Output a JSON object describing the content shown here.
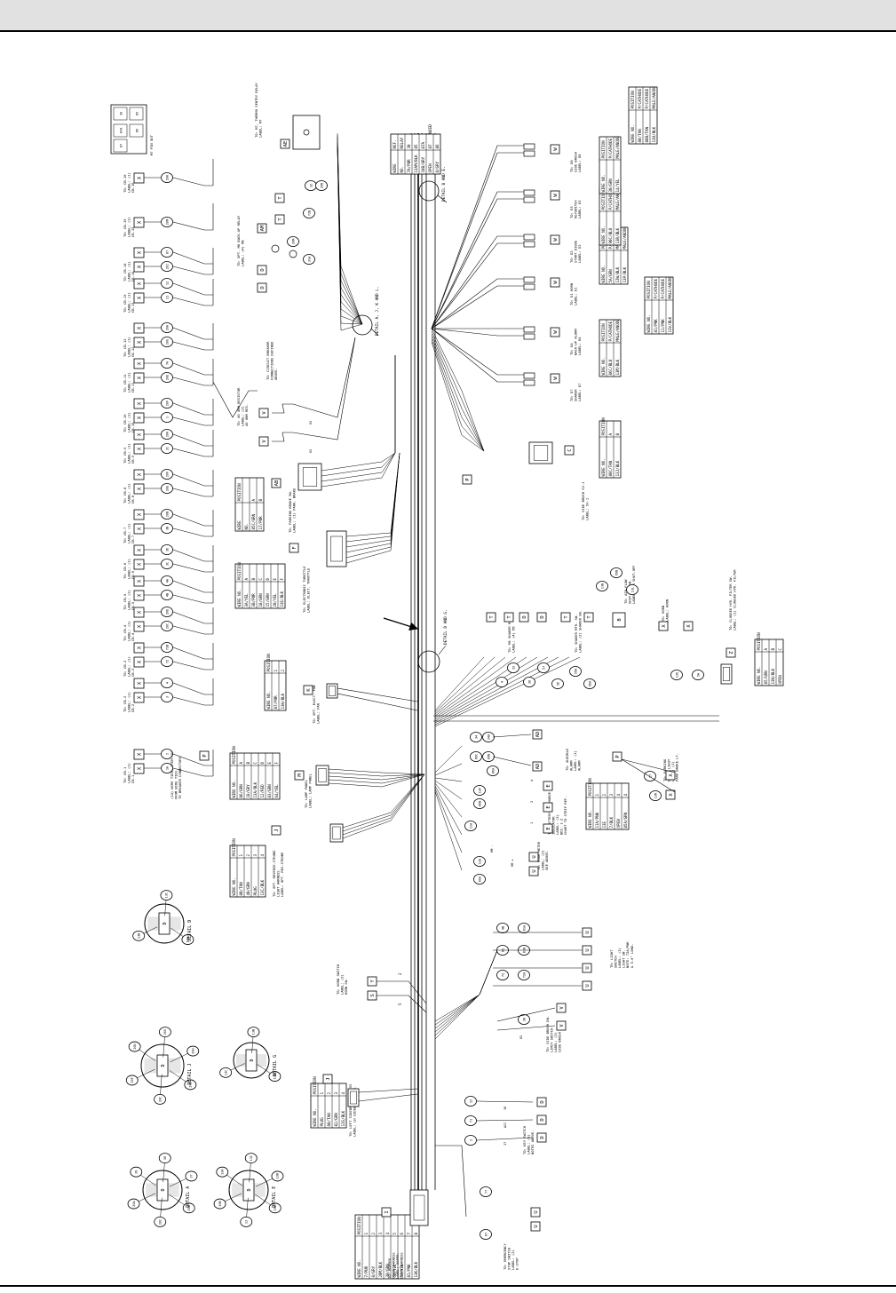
{
  "callouts": {
    "detail_ae": "DETAIL B AND E.",
    "detail_ajkl": "DETAIL A, J, K AND L.",
    "detail_dg": "DETAIL D AND G.",
    "continued": "CONTINUED"
  },
  "details": [
    {
      "label": "DETAIL A",
      "wires": [
        "20B",
        "20C",
        "20A",
        "39",
        "38",
        "37"
      ]
    },
    {
      "label": "DETAIL E",
      "wires": [
        "19A",
        "12",
        "19B",
        "13A",
        "13C",
        "13B"
      ]
    },
    {
      "label": "DETAIL J",
      "wires": [
        "20E",
        "20C",
        "20F",
        "20D",
        "20G",
        "20H"
      ]
    },
    {
      "label": "DETAIL G",
      "wires": [
        "13A",
        "13C",
        "13B"
      ]
    },
    {
      "label": "DETAIL D",
      "wires": [
        "13A",
        "13B",
        "13C"
      ]
    }
  ],
  "top_connectors": [
    {
      "label": "TO: CB-1\nLABEL: (1)\nCB-1",
      "letters": [
        "X",
        "X"
      ],
      "wires": [
        "1A",
        "2"
      ]
    },
    {
      "label": "TO: CB-2\nLABEL: (1)\nCB-2",
      "letters": [
        "X",
        "X"
      ],
      "wires": [
        "3",
        "4"
      ]
    },
    {
      "label": "TO: CB-3\nLABEL: (1)\nCB-3",
      "letters": [
        "X",
        "X"
      ],
      "wires": [
        "72",
        "72B"
      ]
    },
    {
      "label": "TO: CB-4\nLABEL: (1)\nCB-4",
      "letters": [
        "X",
        "X"
      ],
      "wires": [
        "20C",
        "20D"
      ]
    },
    {
      "label": "TO: CB-5\nLABEL: (1)\nCB-5",
      "letters": [
        "X",
        "X"
      ],
      "wires": [
        "4B",
        "4A"
      ]
    },
    {
      "label": "TO: CB-6\nLABEL: (1)\nCB-6",
      "letters": [
        "X",
        "X"
      ],
      "wires": [
        "3C",
        "3D"
      ]
    },
    {
      "label": "TO: CB-7\nLABEL: (1)\nCB-7",
      "letters": [
        "X",
        "X"
      ],
      "wires": [
        "3B",
        "20B"
      ]
    },
    {
      "label": "TO: CB-8\nLABEL: (1)\nCB-8",
      "letters": [
        "X",
        "X"
      ],
      "wires": [
        "20E",
        "20F"
      ]
    },
    {
      "label": "TO: CB-9\nLABEL: (1)\nCB-9",
      "letters": [
        "X",
        "X"
      ],
      "wires": [
        "2C",
        "20H"
      ]
    },
    {
      "label": "TO: CB-10\nLABEL: (1)\nCB-10",
      "letters": [
        "X",
        "X"
      ],
      "wires": [
        "1",
        "20F"
      ]
    },
    {
      "label": "TO: CB-11\nLABEL: (1)\nCB-11",
      "letters": [
        "X",
        "X"
      ],
      "wires": [
        "20E",
        "7A"
      ]
    },
    {
      "label": "TO: CB-12\nLABEL: (1)\nCB-12",
      "letters": [
        "X",
        "X"
      ],
      "wires": [
        "20G",
        "20H"
      ]
    },
    {
      "label": "TO: CB-13\nLABEL: (1)\nCB-13",
      "letters": [
        "X",
        "X"
      ],
      "wires": [
        "11",
        "12"
      ]
    },
    {
      "label": "TO: CB-14\nLABEL: (1)\nCB-14",
      "letters": [
        "X",
        "X"
      ],
      "wires": [
        "20J",
        "87"
      ]
    },
    {
      "label": "TO: CB-15\nLABEL: (1)\nCB-15",
      "letters": [
        "X"
      ],
      "wires": [
        "20M"
      ]
    },
    {
      "label": "TO: CB-16\nLABEL: (1)\nCB-16",
      "letters": [
        "X"
      ],
      "wires": [
        "20K"
      ]
    }
  ],
  "wire_ties": {
    "letter": "P",
    "wires": "20J",
    "text": "(14) WIRE TIES, ITEM \"P\"\nFROM WIRE TIES\nTO BREAKER CONNECTORS"
  },
  "tables": {
    "strobe": {
      "caption": "TO: OPT. REVERSE-STROBE\nLIGHT HARNESS\nLABEL: OPT. REV-STROBE",
      "letter": "J",
      "rows": [
        [
          "WIRE NO.",
          "POSITION"
        ],
        [
          "80/TAN",
          "1"
        ],
        [
          "40/GRN",
          "2"
        ],
        [
          "PLUG",
          "3"
        ],
        [
          "13C/BLK",
          "4"
        ]
      ]
    },
    "lamp": {
      "caption": "TO: LAMP PANEL\nLABEL: LAMP PANEL",
      "letter": "M",
      "rows": [
        [
          "WIRE NO.",
          "POSITION"
        ],
        [
          "86/GRN",
          "A"
        ],
        [
          "18/GRY",
          "B"
        ],
        [
          "13A/BLK",
          "C"
        ],
        [
          "12/RED",
          "D"
        ],
        [
          "83/GRN",
          "E"
        ],
        [
          "64/YEL",
          "F"
        ]
      ]
    },
    "fan": {
      "caption": "TO: OPT. ELECT. FAN\nLABEL: FAN",
      "letter": "K",
      "rows": [
        [
          "WIRE NO.",
          "POSITION"
        ],
        [
          "87/PUR",
          "1"
        ],
        [
          "13H/BLK",
          "2"
        ]
      ]
    },
    "throttle": {
      "caption": "TO: ELECTRONIC THROTTLE\nLABEL: ELECT. THROTTLE",
      "letter": "F",
      "rows": [
        [
          "WIRE NO.",
          "POSITION"
        ],
        [
          "3A/YEL",
          "A"
        ],
        [
          "3B/PUR",
          "B"
        ],
        [
          "18/GRN",
          "C"
        ],
        [
          "15/GRN",
          "D"
        ],
        [
          "20/YEL",
          "E"
        ],
        [
          "13E/BLK",
          "F"
        ]
      ]
    },
    "parking_brake": {
      "caption": "TO: PARKING BRAKE SW.\nLABEL: (1) PARK. BRAKE",
      "letter": "AB",
      "rows": [
        [
          "WIRE",
          "POSITION"
        ],
        [
          "NO.",
          ""
        ],
        [
          "85C/GRN",
          "A"
        ],
        [
          "17/PUR",
          "B"
        ]
      ]
    },
    "resistor": {
      "caption": "TO: 40 OHM RESISTOR\nLABEL: (2)\n40 OHM RES.",
      "letters": [
        "V",
        "V"
      ],
      "wires": [
        "62",
        "62"
      ]
    },
    "circuit_breaker": {
      "caption": "TO: CIRCUIT BREAKER\nCONNECTIONS DEFINED\nABOVE."
    },
    "relay": {
      "caption": "TO: M7, THERMO SENTRY RELAY\nLABEL: M7",
      "letter": "AE",
      "rows": [
        [
          "WIRE",
          "REF."
        ],
        [
          "NO.",
          "RELAY"
        ],
        [
          "7A/PUR",
          "30"
        ],
        [
          "13AM/BLK",
          "85"
        ],
        [
          "10B/GRY",
          "87A"
        ],
        [
          "OPEN",
          "87"
        ],
        [
          "8/GRY",
          "86"
        ]
      ]
    },
    "backup_relay": {
      "caption": "TO: OPT. M8 BACK-UP RELAY\nLABEL: (4) M8",
      "letters": [
        "T",
        "AM",
        "T",
        "D",
        "D"
      ],
      "wires": [
        "32",
        "20N",
        "72B",
        "20M",
        "31A"
      ]
    },
    "pin_out": {
      "caption": "M7 PIN OUT",
      "cells": [
        "30",
        "85",
        "87A",
        "86",
        "87"
      ]
    },
    "shaker_alarm": {
      "caption": "TO: D7\nSHAKER\nLABEL: D7",
      "letter": "W",
      "rows": [
        [
          "WIRE NO.",
          "POSITION"
        ],
        [
          "86C/BLU",
          "P/CATHODE"
        ],
        [
          "13M/BLK",
          "MALE/ANODE"
        ]
      ]
    },
    "backup_alarm": {
      "caption": "TO: D4\nBACK-UP ALARM\nLABEL: D4",
      "letter": "W",
      "rows": [
        [
          "WIRE NO.",
          "POSITION"
        ],
        [
          "90C/BLU",
          "P/CATHODE"
        ],
        [
          "13R/BLK",
          "MALE/ANODE"
        ]
      ]
    },
    "horn_diode": {
      "caption": "TO: D1 HORN\nLABEL: D1",
      "letter": "W",
      "rows": [
        [
          "WIRE NO.",
          "POSITION"
        ],
        [
          "5A/GRN",
          "P/CATHODE"
        ],
        [
          "13W/BLK",
          "MALE/ANODE"
        ],
        [
          "13P/BLK",
          "MALE/ANODE"
        ]
      ]
    },
    "start_diode": {
      "caption": "TO: D2\nSTART DIODE\nLABEL: D2",
      "letter": "W",
      "rows": [
        [
          "WIRE NO.",
          "POSITION"
        ],
        [
          "5/WHT",
          "P/CATHODE"
        ],
        [
          "11/PNK",
          "MALE/ANODE"
        ]
      ]
    },
    "keyswitch_diode": {
      "caption": "TO: D3\nKEYSWITCH\nLABEL: D3",
      "letter": "W",
      "rows": [
        [
          "WIRE NO.",
          "POSITION"
        ],
        [
          "30/GRN",
          "P/CATHODE"
        ],
        [
          "14/YEL",
          "MALE/ANODE"
        ]
      ]
    },
    "side_brush_diode": {
      "caption": "TO: D8\nSIDE BRUSH\nLABEL: D8",
      "letter": "W",
      "rows": [
        [
          "WIRE NO.",
          "POSITION"
        ],
        [
          "80/TAN",
          "P/CATHODE"
        ],
        [
          "80B/TAN",
          "P/CATHODE"
        ],
        [
          "13U/BLK",
          "MALE/ANODE"
        ]
      ]
    },
    "cont_diode": {
      "caption": "",
      "letter": "W",
      "rows": [
        [
          "WIRE NO.",
          "POSITION"
        ],
        [
          "81/PNK",
          "P/CATHODE"
        ],
        [
          "11/PNK",
          "P/CATHODE"
        ],
        [
          "13V/BLK",
          "MALE/ANODE"
        ]
      ]
    },
    "side_brush_sv": {
      "caption": "TO: SIDE BRUSH SV-1\nLABEL: SV-1",
      "letter": "C",
      "rows": [
        [
          "WIRE NO.",
          "POSITION"
        ],
        [
          "80C/TAN",
          "A"
        ],
        [
          "13J/BLK",
          "B"
        ]
      ]
    },
    "shaker_relay": {
      "caption": "TO: M5 SHAKER RELAY\nLABEL: (4) M5",
      "letters": [
        "T",
        "T",
        "D",
        "D",
        "D"
      ],
      "wires": [
        "4",
        "32",
        "38",
        "57"
      ]
    },
    "shaker_sw": {
      "caption": "TO: SHAKER MTR. SW.\nLABEL: (2) SHAKER SW.",
      "letters": [
        "T",
        "T",
        "B"
      ],
      "wires": [
        "5D",
        "59A",
        "68A"
      ]
    },
    "air_flow": {
      "caption": "TO: AIR FLOW\nSHUT-OFF SW.\nLABEL: AIR SHUT-OFF",
      "wires": [
        "13B",
        "69B",
        "13L"
      ]
    },
    "horn": {
      "caption": "TO: HORN\nLABEL: HORN",
      "letters": [
        "X",
        "X"
      ],
      "wires": [
        "13E",
        "5A"
      ]
    },
    "hyd_filter": {
      "caption": "TO: CLOGGED HYD. FILTER SW.\nLABEL: (1) CLOGGED HYD. FILTER",
      "letter": "Z",
      "rows": [
        [
          "WIRE NO.",
          "POSITION"
        ],
        [
          "85/GRN",
          "A"
        ],
        [
          "13N/BLK",
          "B"
        ],
        [
          "OPEN",
          "C"
        ]
      ]
    },
    "hopper": {
      "caption": "TO: HOPPER\nCOVER HARNESS\nLABEL: HOPPR.\nCOVER HARNESS",
      "letter": "I",
      "rows": [
        [
          "WIRE NO.",
          "POSITION"
        ],
        [
          "7/PUR",
          "1"
        ],
        [
          "8/GRY",
          "2"
        ],
        [
          "20M/BLK",
          "3"
        ],
        [
          "30/GRN",
          "4"
        ],
        [
          "50/YEL",
          "5"
        ],
        [
          "54/YEL",
          "6"
        ],
        [
          "81/PNK",
          "7"
        ],
        [
          "13K/BLK",
          "8"
        ]
      ]
    },
    "lh_sidebrush": {
      "caption": "TO: LEFT SIDEBRUSH HARNESS\nLABEL: LH SIDEBRUSH HARN.",
      "letter": "J",
      "rows": [
        [
          "WIRE NO.",
          "POSITION"
        ],
        [
          "PLUG",
          "1"
        ],
        [
          "80/TAN",
          "2"
        ],
        [
          "82/GRN",
          "3"
        ],
        [
          "13S/BLK",
          "4"
        ]
      ]
    },
    "horn_switch": {
      "caption": "TO: HORN SWITCH\nLABEL: (2)\nHORN SW.",
      "letters": [
        "Y",
        "S"
      ],
      "wires": [
        "2",
        "5"
      ]
    },
    "key_switch": {
      "caption": "TO: KEY SWITCH\nLABEL: (3)\nNOTES ABOVE.",
      "letters": [
        "D",
        "D",
        "D"
      ],
      "wires": [
        "12",
        "71",
        "3"
      ]
    },
    "estop": {
      "caption": "TO: EMERGENCY\nSTOP SWITCH\nLABEL: (2)\nE-STOP",
      "letters": [
        "U",
        "U"
      ],
      "wires": [
        "77",
        "87"
      ]
    },
    "side_brush_limit": {
      "caption": "TO: SIDE BRUSH DN.\nLIMIT SWITCH\nLABEL: (2)\nSIDE BRUSH SW.",
      "letters": [
        "V",
        "V"
      ],
      "wires": [
        "38",
        "82"
      ]
    },
    "light_switch": {
      "caption": "TO: LIGHT\nSWITCH\nLABEL: (3)\nLIGHT SW.\nNOTE: 72A/PNK\n& 5.0\" LONG.",
      "letters": [
        "U",
        "U",
        "U",
        "U"
      ],
      "wires": [
        "4B",
        "81A",
        "81",
        "72",
        "72A",
        "81B"
      ]
    },
    "hour_meter": {
      "caption": "TO: HOUR METER\nLABEL: (2)\nSEE ABOVE.",
      "letters": [
        "U",
        "U"
      ],
      "wires": [
        "13A",
        "80A"
      ]
    },
    "battery": {
      "caption": "TO: BATTERY DISCHARGE\nINDICATOR\nLABEL: (3)\nBDI: 1-2\nCHART TO STRIP REF.",
      "letters": [
        "E",
        "E",
        "E"
      ],
      "rows": [
        [
          "WIRE NO.",
          "POSITION"
        ],
        [
          "11A/PNK",
          "1"
        ],
        [
          "13E",
          "2"
        ],
        [
          "7/BLK",
          "3"
        ],
        [
          "OPEN",
          "4"
        ],
        [
          "85A/GRN",
          "4"
        ]
      ]
    },
    "audible": {
      "caption": "TO: AUDIBLE\nALARM\nLABEL: (1)\nALARM",
      "letters": [
        "AD",
        "AD"
      ],
      "wires": [
        "34",
        "34A",
        "86C",
        "86B"
      ]
    },
    "park_light": {
      "caption": "TO: PARKING\nBRAKE LIGHT\nLABEL: (1)\nPARK BRAKE LT.",
      "letters": [
        "X",
        "X",
        "P"
      ],
      "wires": [
        "17",
        "13R",
        "13F"
      ]
    }
  }
}
